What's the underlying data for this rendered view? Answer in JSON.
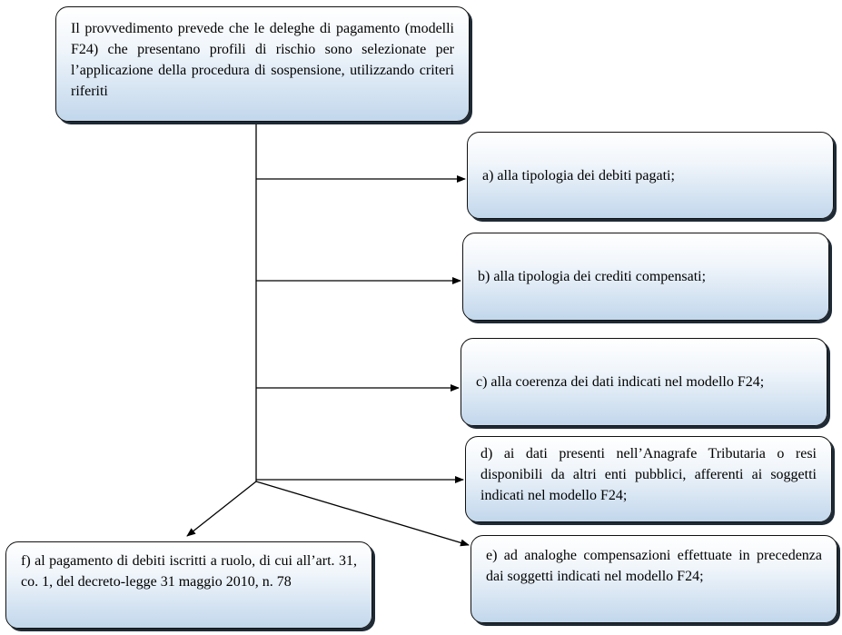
{
  "diagram": {
    "main": "Il provvedimento prevede che le deleghe di pagamento (modelli F24) che presentano profili di rischio sono selezionate per l’applicazione della procedura di sospensione, utilizzando criteri riferiti",
    "a": "a) alla tipologia dei debiti pagati;",
    "b": "b) alla tipologia dei crediti compensati;",
    "c": "c) alla coerenza dei dati indicati nel modello F24;",
    "d": "d) ai dati presenti nell’Anagrafe Tributaria o resi disponibili da altri enti pubblici, afferenti ai soggetti indicati nel modello F24;",
    "e": "e) ad analoghe compensazioni effettuate in precedenza dai soggetti indicati nel modello F24;",
    "f": "f) al pagamento di debiti iscritti a ruolo, di cui all’art. 31, co. 1, del decreto-legge 31 maggio 2010, n. 78"
  },
  "colors": {
    "line": "#000000",
    "box_border": "#111111",
    "box_fill_top": "#ffffff",
    "box_fill_bottom": "#c2d7ec",
    "shadow": "#1e2a35"
  }
}
